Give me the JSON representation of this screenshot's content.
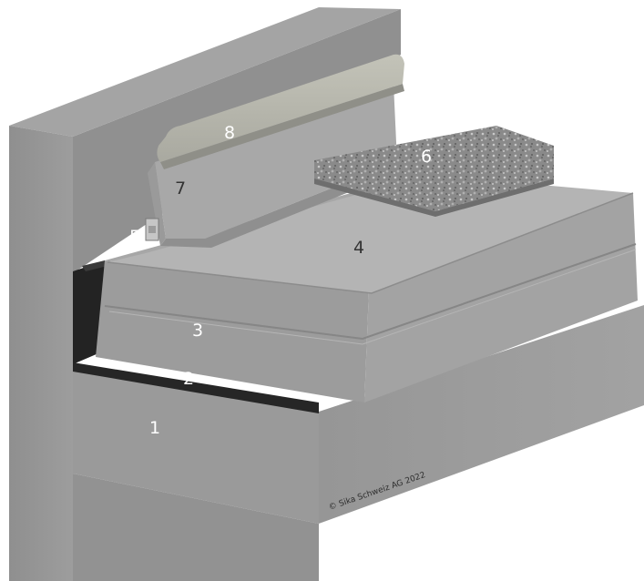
{
  "labels": {
    "concrete_slab": "1",
    "vapour_barrier": "2",
    "thermal_insulation": "3",
    "roof_membrane": "4",
    "edge_profile": "5",
    "gravel_ballast": "6",
    "upstand_membrane": "7",
    "parapet_cap": "8"
  },
  "copyright": "© Sika Schweiz AG 2022",
  "colors": {
    "concrete": "#9b9b9b",
    "bitumen": "#262626",
    "membrane": "#b5b5b5",
    "gravel": "#8e8e8e",
    "label_text": "#ffffff",
    "ink": "#333333"
  }
}
